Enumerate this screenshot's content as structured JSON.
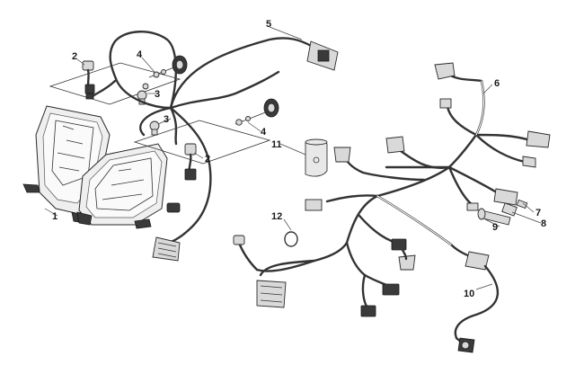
{
  "callouts": {
    "c1": "1",
    "c2a": "2",
    "c2b": "2",
    "c3a": "3",
    "c3b": "3",
    "c4a": "4",
    "c4b": "4",
    "c5": "5",
    "c6": "6",
    "c7": "7",
    "c8": "8",
    "c9": "9",
    "c10": "10",
    "c11": "11",
    "c12": "12"
  },
  "parts": [
    {
      "number": "1",
      "name": "headlight"
    },
    {
      "number": "2",
      "name": "bulb-socket"
    },
    {
      "number": "3",
      "name": "bulb"
    },
    {
      "number": "4",
      "name": "adjuster-knob"
    },
    {
      "number": "5",
      "name": "headlight-harness"
    },
    {
      "number": "6",
      "name": "main-wiring-harness"
    },
    {
      "number": "7",
      "name": "terminal"
    },
    {
      "number": "8",
      "name": "connector"
    },
    {
      "number": "9",
      "name": "connector-plug"
    },
    {
      "number": "10",
      "name": "extension-harness"
    },
    {
      "number": "11",
      "name": "protective-sleeve"
    },
    {
      "number": "12",
      "name": "cable-tie"
    }
  ]
}
